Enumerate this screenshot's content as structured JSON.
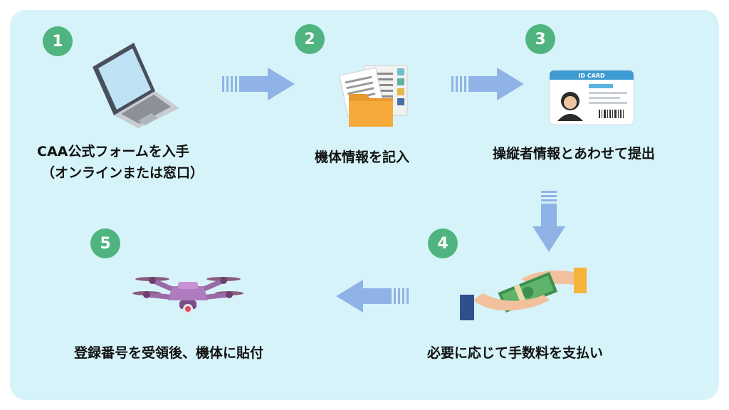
{
  "steps": [
    {
      "number": "1",
      "label_line1": "CAA公式フォームを入手",
      "label_line2": "（オンラインまたは窓口）",
      "icon": "laptop-icon"
    },
    {
      "number": "2",
      "label": "機体情報を記入",
      "icon": "documents-folder-icon"
    },
    {
      "number": "3",
      "label": "操縦者情報とあわせて提出",
      "icon": "id-card-icon",
      "card_text": "ID CARD"
    },
    {
      "number": "4",
      "label": "必要に応じて手数料を支払い",
      "icon": "money-handover-icon"
    },
    {
      "number": "5",
      "label": "登録番号を受領後、機体に貼付",
      "icon": "drone-icon"
    }
  ],
  "colors": {
    "panel_bg": "#d6f3fa",
    "badge": "#4fb47f",
    "arrow": "#8fb3e6"
  }
}
